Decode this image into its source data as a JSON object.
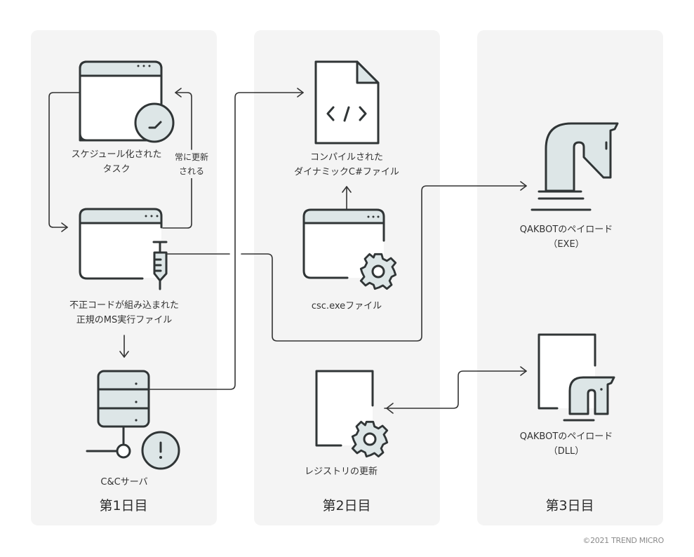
{
  "days": [
    "第1日目",
    "第2日目",
    "第3日目"
  ],
  "nodes": {
    "scheduled_task": [
      "スケジュール化された",
      "タスク"
    ],
    "always_updated": [
      "常に更新",
      "される"
    ],
    "injected_ms_exe": [
      "不正コードが組み込まれた",
      "正規のMS実行ファイル"
    ],
    "cc_server": "C&Cサーバ",
    "compiled_cs": [
      "コンパイルされた",
      "ダイナミックC#ファイル"
    ],
    "csc_exe": "csc.exeファイル",
    "registry_update": "レジストリの更新",
    "payload_exe": [
      "QAKBOTのペイロード",
      "（EXE）"
    ],
    "payload_dll": [
      "QAKBOTのペイロード",
      "（DLL）"
    ]
  },
  "icons": {
    "scheduled_task": "window-clock-icon",
    "injected_ms_exe": "window-syringe-icon",
    "cc_server": "server-alert-icon",
    "compiled_cs": "code-file-icon",
    "csc_exe": "window-gear-icon",
    "registry_update": "document-gear-icon",
    "payload_exe": "trojan-horse-icon",
    "payload_dll": "document-trojan-horse-icon"
  },
  "colors": {
    "panel": "#f4f4f4",
    "icon_fill": "#dde6e7",
    "stroke": "#303536"
  },
  "copyright": "©2021 TREND MICRO"
}
